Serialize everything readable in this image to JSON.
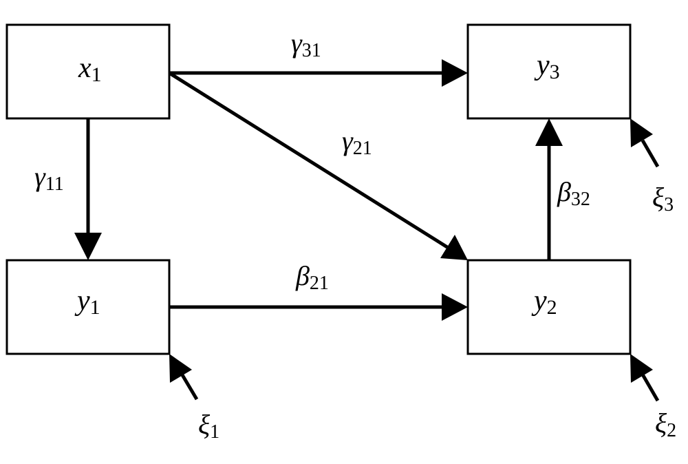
{
  "nodes": {
    "x1": {
      "symbol": "x",
      "sub": "1"
    },
    "y1": {
      "symbol": "y",
      "sub": "1"
    },
    "y2": {
      "symbol": "y",
      "sub": "2"
    },
    "y3": {
      "symbol": "y",
      "sub": "3"
    }
  },
  "edges": {
    "x1_y3": {
      "symbol": "γ",
      "sub": "31"
    },
    "x1_y2": {
      "symbol": "γ",
      "sub": "21"
    },
    "x1_y1": {
      "symbol": "γ",
      "sub": "11"
    },
    "y1_y2": {
      "symbol": "β",
      "sub": "21"
    },
    "y2_y3": {
      "symbol": "β",
      "sub": "32"
    }
  },
  "errors": {
    "e1": {
      "symbol": "ξ",
      "sub": "1"
    },
    "e2": {
      "symbol": "ξ",
      "sub": "2"
    },
    "e3": {
      "symbol": "ξ",
      "sub": "3"
    }
  },
  "colors": {
    "stroke": "#000000",
    "background": "#ffffff"
  }
}
